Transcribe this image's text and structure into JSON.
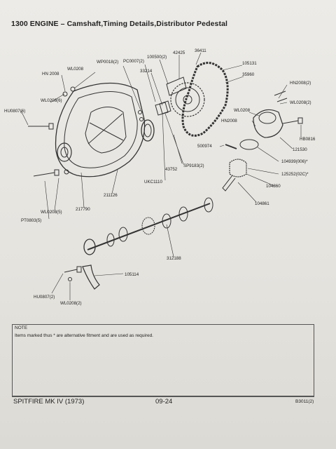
{
  "title": "1300 ENGINE – Camshaft,Timing Details,Distributor Pedestal",
  "parts": [
    {
      "id": "p1",
      "label": "36411"
    },
    {
      "id": "p2",
      "label": "42425"
    },
    {
      "id": "p3",
      "label": "100500(2)"
    },
    {
      "id": "p4",
      "label": "PC0007(2)"
    },
    {
      "id": "p5",
      "label": "WP0018(2)"
    },
    {
      "id": "p6",
      "label": "WL0208"
    },
    {
      "id": "p7",
      "label": "HN 2008"
    },
    {
      "id": "p8",
      "label": "33214"
    },
    {
      "id": "p9",
      "label": "105131"
    },
    {
      "id": "p10",
      "label": "35960"
    },
    {
      "id": "p11",
      "label": "HN2008(2)"
    },
    {
      "id": "p12",
      "label": "WL0208(6)"
    },
    {
      "id": "p13",
      "label": "HU0807(6)"
    },
    {
      "id": "p14",
      "label": "WL0208(2)"
    },
    {
      "id": "p15",
      "label": "WL0208"
    },
    {
      "id": "p16",
      "label": "HN2008"
    },
    {
      "id": "p17",
      "label": "HB0816"
    },
    {
      "id": "p18",
      "label": "500974"
    },
    {
      "id": "p19",
      "label": "121530"
    },
    {
      "id": "p20",
      "label": "SP9183(2)"
    },
    {
      "id": "p21",
      "label": "43752"
    },
    {
      "id": "p22",
      "label": "104939(006)*"
    },
    {
      "id": "p23",
      "label": "125252(02C)*"
    },
    {
      "id": "p24",
      "label": "UKC1110"
    },
    {
      "id": "p25",
      "label": "104860"
    },
    {
      "id": "p26",
      "label": "211126"
    },
    {
      "id": "p27",
      "label": "104861"
    },
    {
      "id": "p28",
      "label": "217790"
    },
    {
      "id": "p29",
      "label": "WL0208(5)"
    },
    {
      "id": "p30",
      "label": "PT0803(5)"
    },
    {
      "id": "p31",
      "label": "312188"
    },
    {
      "id": "p32",
      "label": "105114"
    },
    {
      "id": "p33",
      "label": "HU0807(2)"
    },
    {
      "id": "p34",
      "label": "WL0208(2)"
    }
  ],
  "note": {
    "heading": "NOTE",
    "text": "Items marked thus * are alternative fitment and are used as required."
  },
  "footer": {
    "model": "SPITFIRE MK IV (1973)",
    "page": "09-24",
    "code": "B3011(2)"
  }
}
